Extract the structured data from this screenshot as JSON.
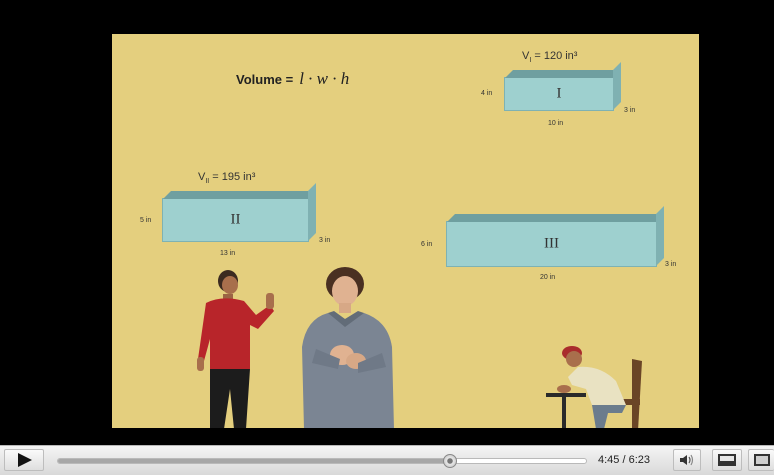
{
  "slide": {
    "formula_label": "Volume =",
    "formula_math": "l · w · h",
    "box1": {
      "roman": "I",
      "volume_label": "V",
      "volume_sub": "I",
      "volume_value": " = 120 in³",
      "height": "4 in",
      "depth": "3 in",
      "length": "10 in"
    },
    "box2": {
      "roman": "II",
      "volume_label": "V",
      "volume_sub": "II",
      "volume_value": " = 195 in³",
      "height": "5 in",
      "depth": "3 in",
      "length": "13 in"
    },
    "box3": {
      "roman": "III",
      "height": "6 in",
      "depth": "3 in",
      "length": "20 in"
    }
  },
  "controls": {
    "current_time": "4:45",
    "separator": " / ",
    "duration": "6:23",
    "progress_fraction": 0.743
  },
  "colors": {
    "slide_bg": "#e4cf7e",
    "box_face": "#9ed0cf",
    "frame": "#000000"
  }
}
